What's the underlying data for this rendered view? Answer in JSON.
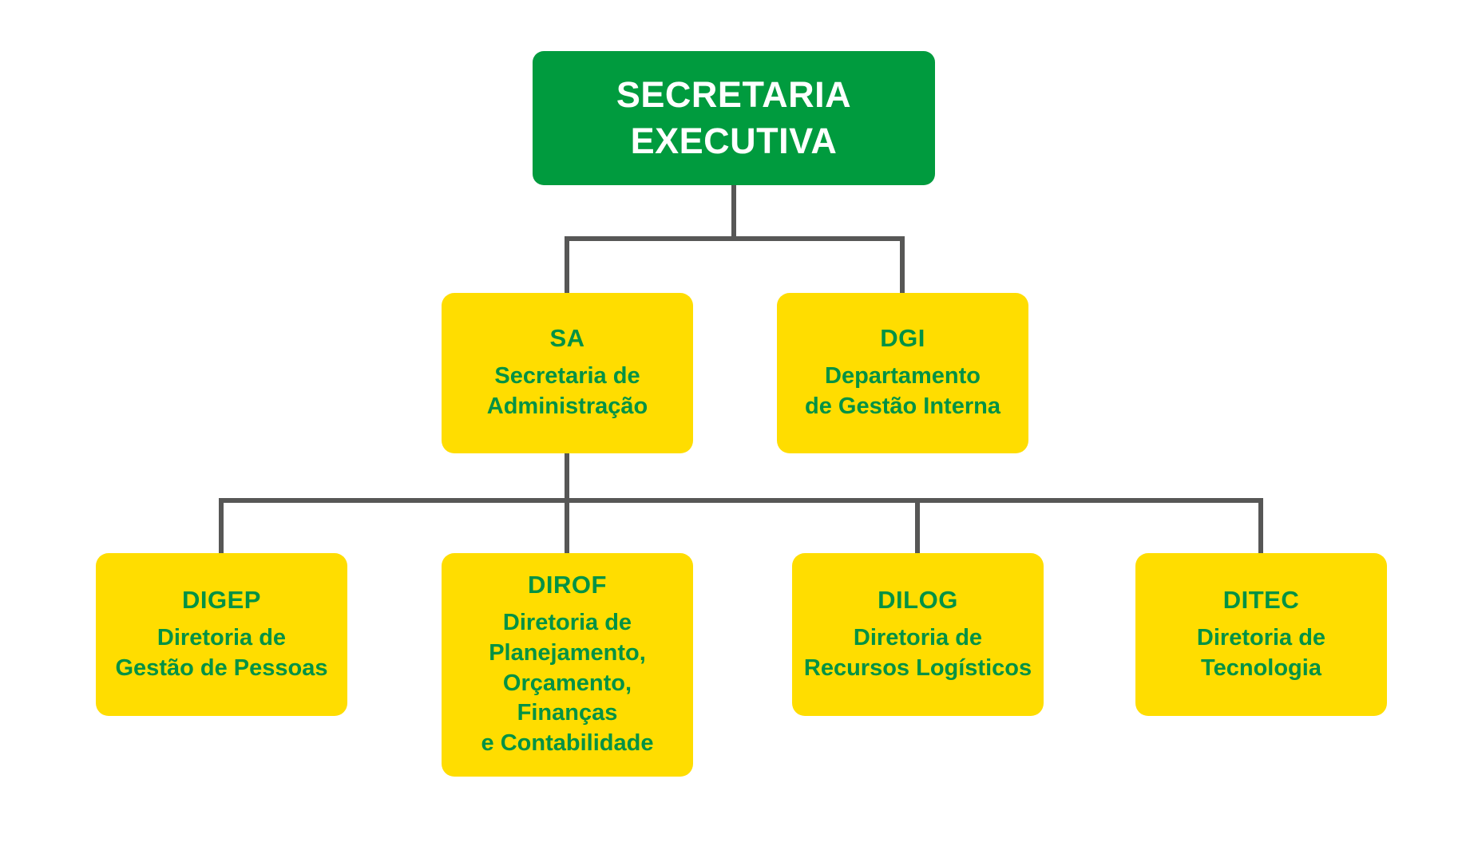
{
  "colors": {
    "box_green": "#009B3E",
    "box_yellow": "#FFDD00",
    "text_green": "#009245",
    "line_gray": "#575756",
    "title_white": "#FFFFFF"
  },
  "root": {
    "title": "SECRETARIA\nEXECUTIVA"
  },
  "nodes": {
    "sa": {
      "acronym": "SA",
      "name": "Secretaria de\nAdministração"
    },
    "dgi": {
      "acronym": "DGI",
      "name": "Departamento\nde Gestão Interna"
    },
    "digep": {
      "acronym": "DIGEP",
      "name": "Diretoria de\nGestão de Pessoas"
    },
    "dirof": {
      "acronym": "DIROF",
      "name": "Diretoria de\nPlanejamento,\nOrçamento, Finanças\ne Contabilidade"
    },
    "dilog": {
      "acronym": "DILOG",
      "name": "Diretoria de\nRecursos Logísticos"
    },
    "ditec": {
      "acronym": "DITEC",
      "name": "Diretoria de\nTecnologia"
    }
  }
}
